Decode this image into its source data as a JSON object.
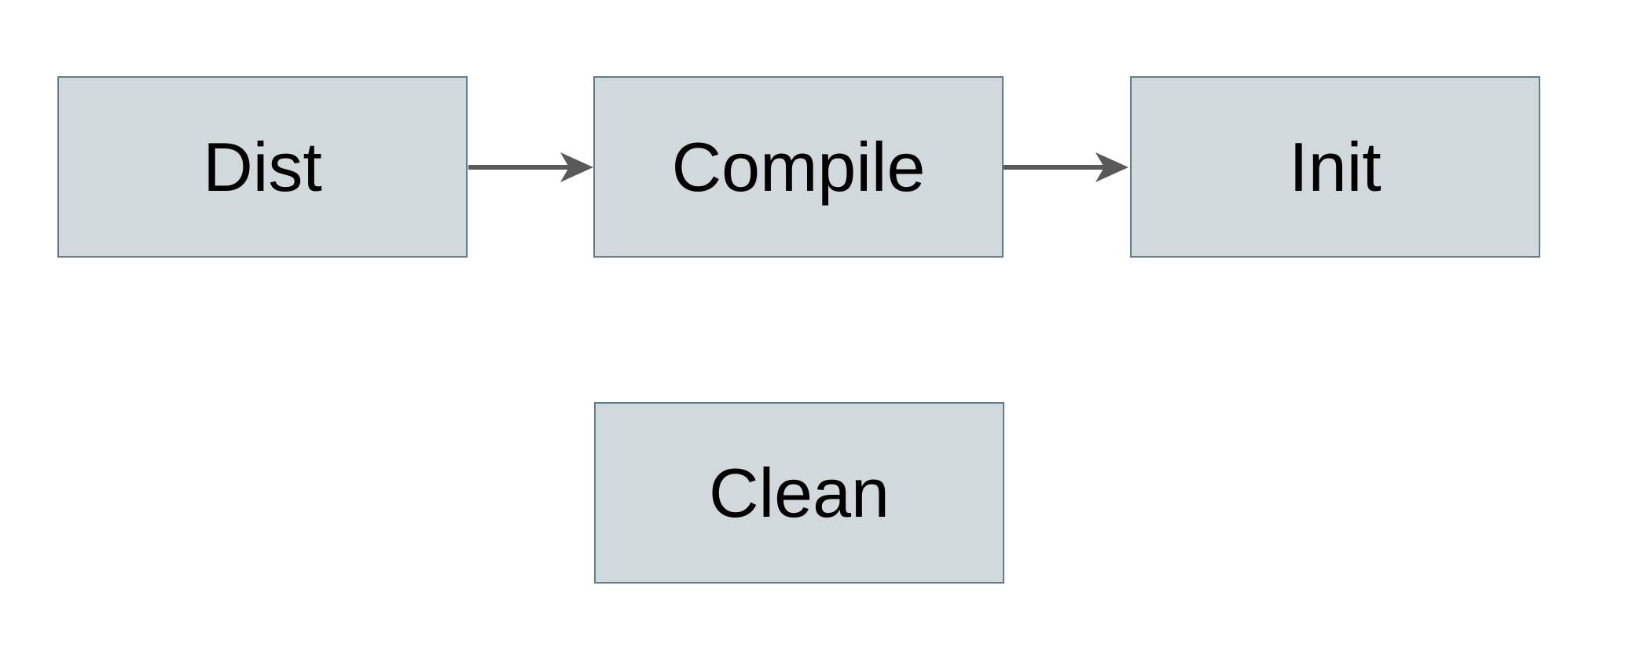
{
  "diagram": {
    "title": "build-targets-flow",
    "nodes": [
      {
        "id": "dist",
        "label": "Dist"
      },
      {
        "id": "compile",
        "label": "Compile"
      },
      {
        "id": "init",
        "label": "Init"
      },
      {
        "id": "clean",
        "label": "Clean"
      }
    ],
    "edges": [
      {
        "from": "dist",
        "to": "compile",
        "direction": "right"
      },
      {
        "from": "compile",
        "to": "init",
        "direction": "right"
      }
    ],
    "colors": {
      "canvas_background": "#ffffff",
      "node_fill": "#d2d9dc",
      "node_border": "#627d8a",
      "arrow": "#595959",
      "text": "#000000"
    }
  }
}
